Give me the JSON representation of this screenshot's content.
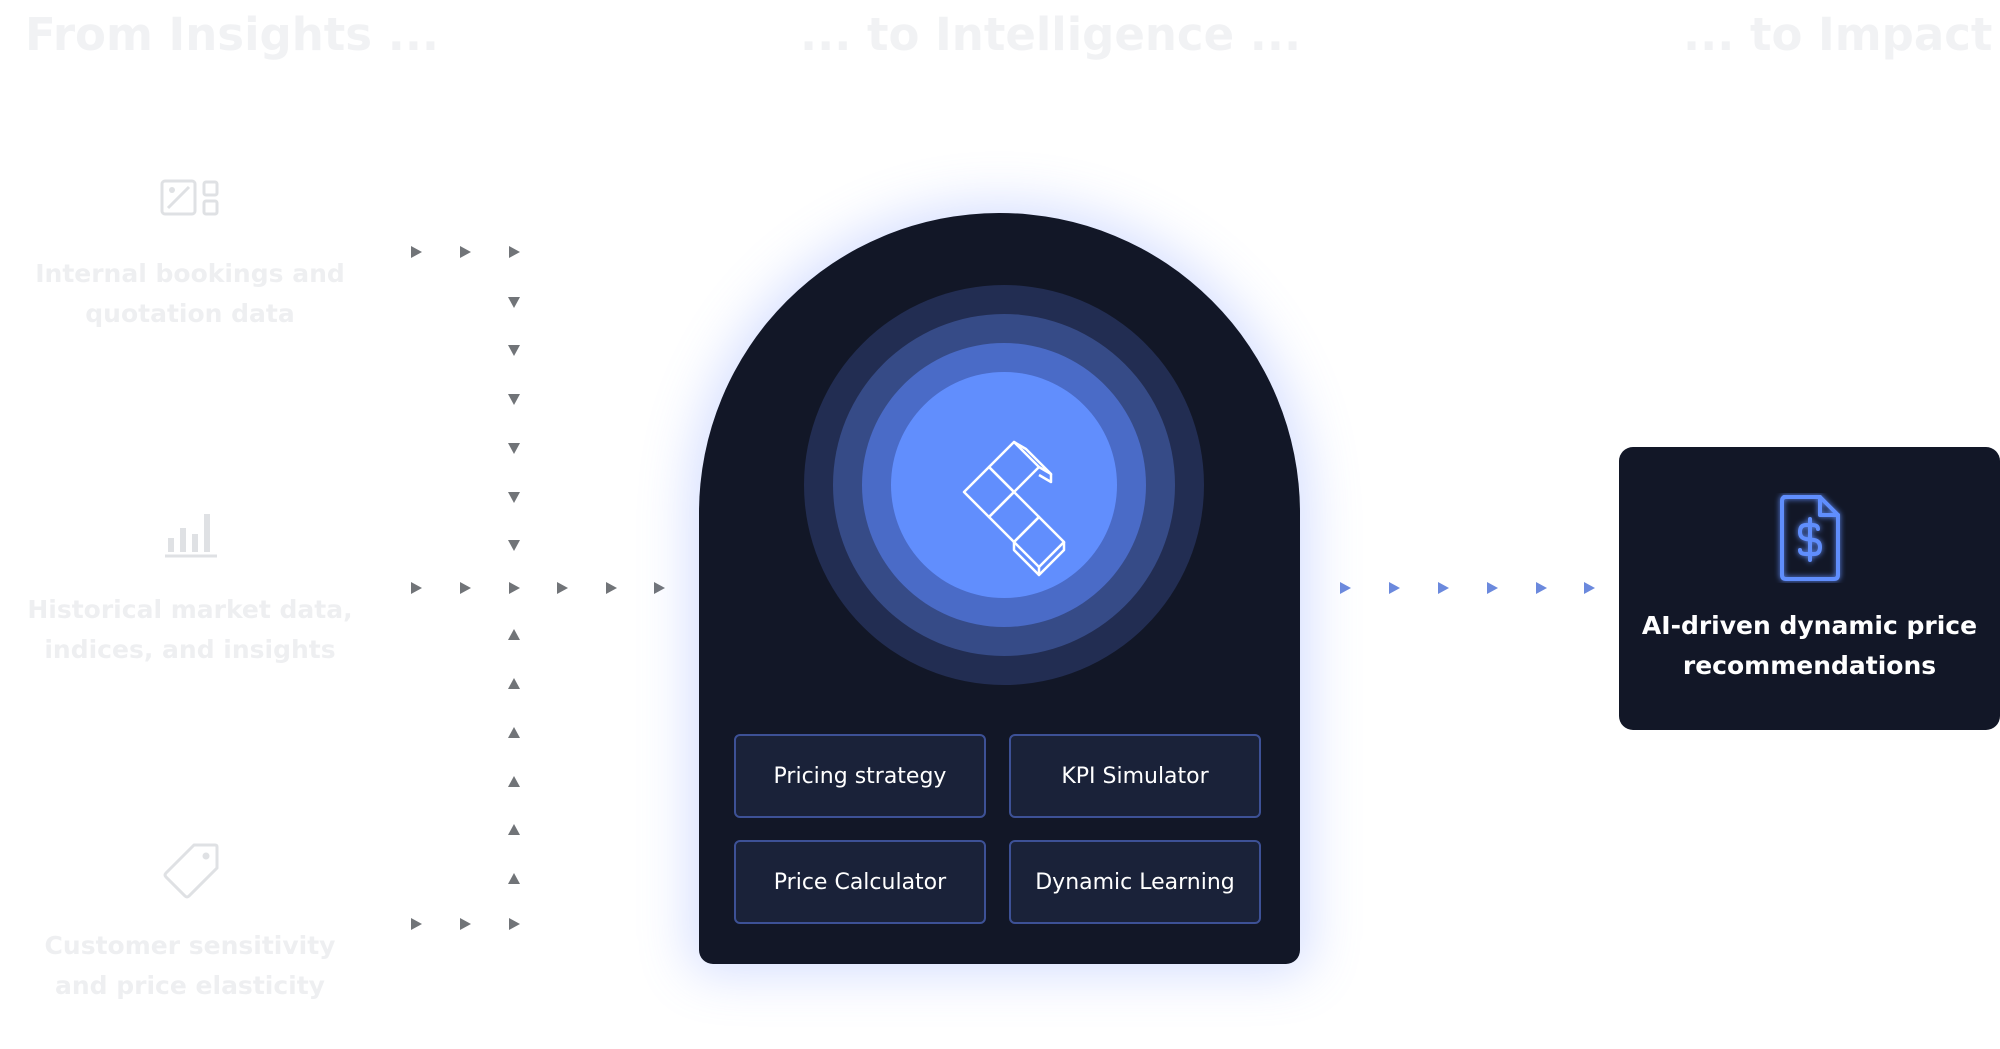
{
  "headers": {
    "insights": "From Insights ...",
    "intelligence": "... to Intelligence ...",
    "impact": "... to Impact"
  },
  "sources": [
    {
      "icon": "image-gallery-icon",
      "label": "Internal bookings and quotation data"
    },
    {
      "icon": "bar-chart-icon",
      "label": "Historical market data, indices, and insights"
    },
    {
      "icon": "price-tag-icon",
      "label": "Customer sensitivity and price elasticity"
    }
  ],
  "engine": {
    "logo": "stacked-cubes-logo-icon",
    "modules": [
      "Pricing strategy",
      "KPI Simulator",
      "Price Calculator",
      "Dynamic Learning"
    ]
  },
  "output": {
    "icon": "dollar-document-icon",
    "label": "AI-driven dynamic price recommendations"
  },
  "colors": {
    "dark_panel": "#121727",
    "accent_blue": "#618efd",
    "module_border": "#3d5196",
    "faded_text": "#eeeff1",
    "grey_arrow": "#717478",
    "blue_arrow": "#6b89dd"
  }
}
